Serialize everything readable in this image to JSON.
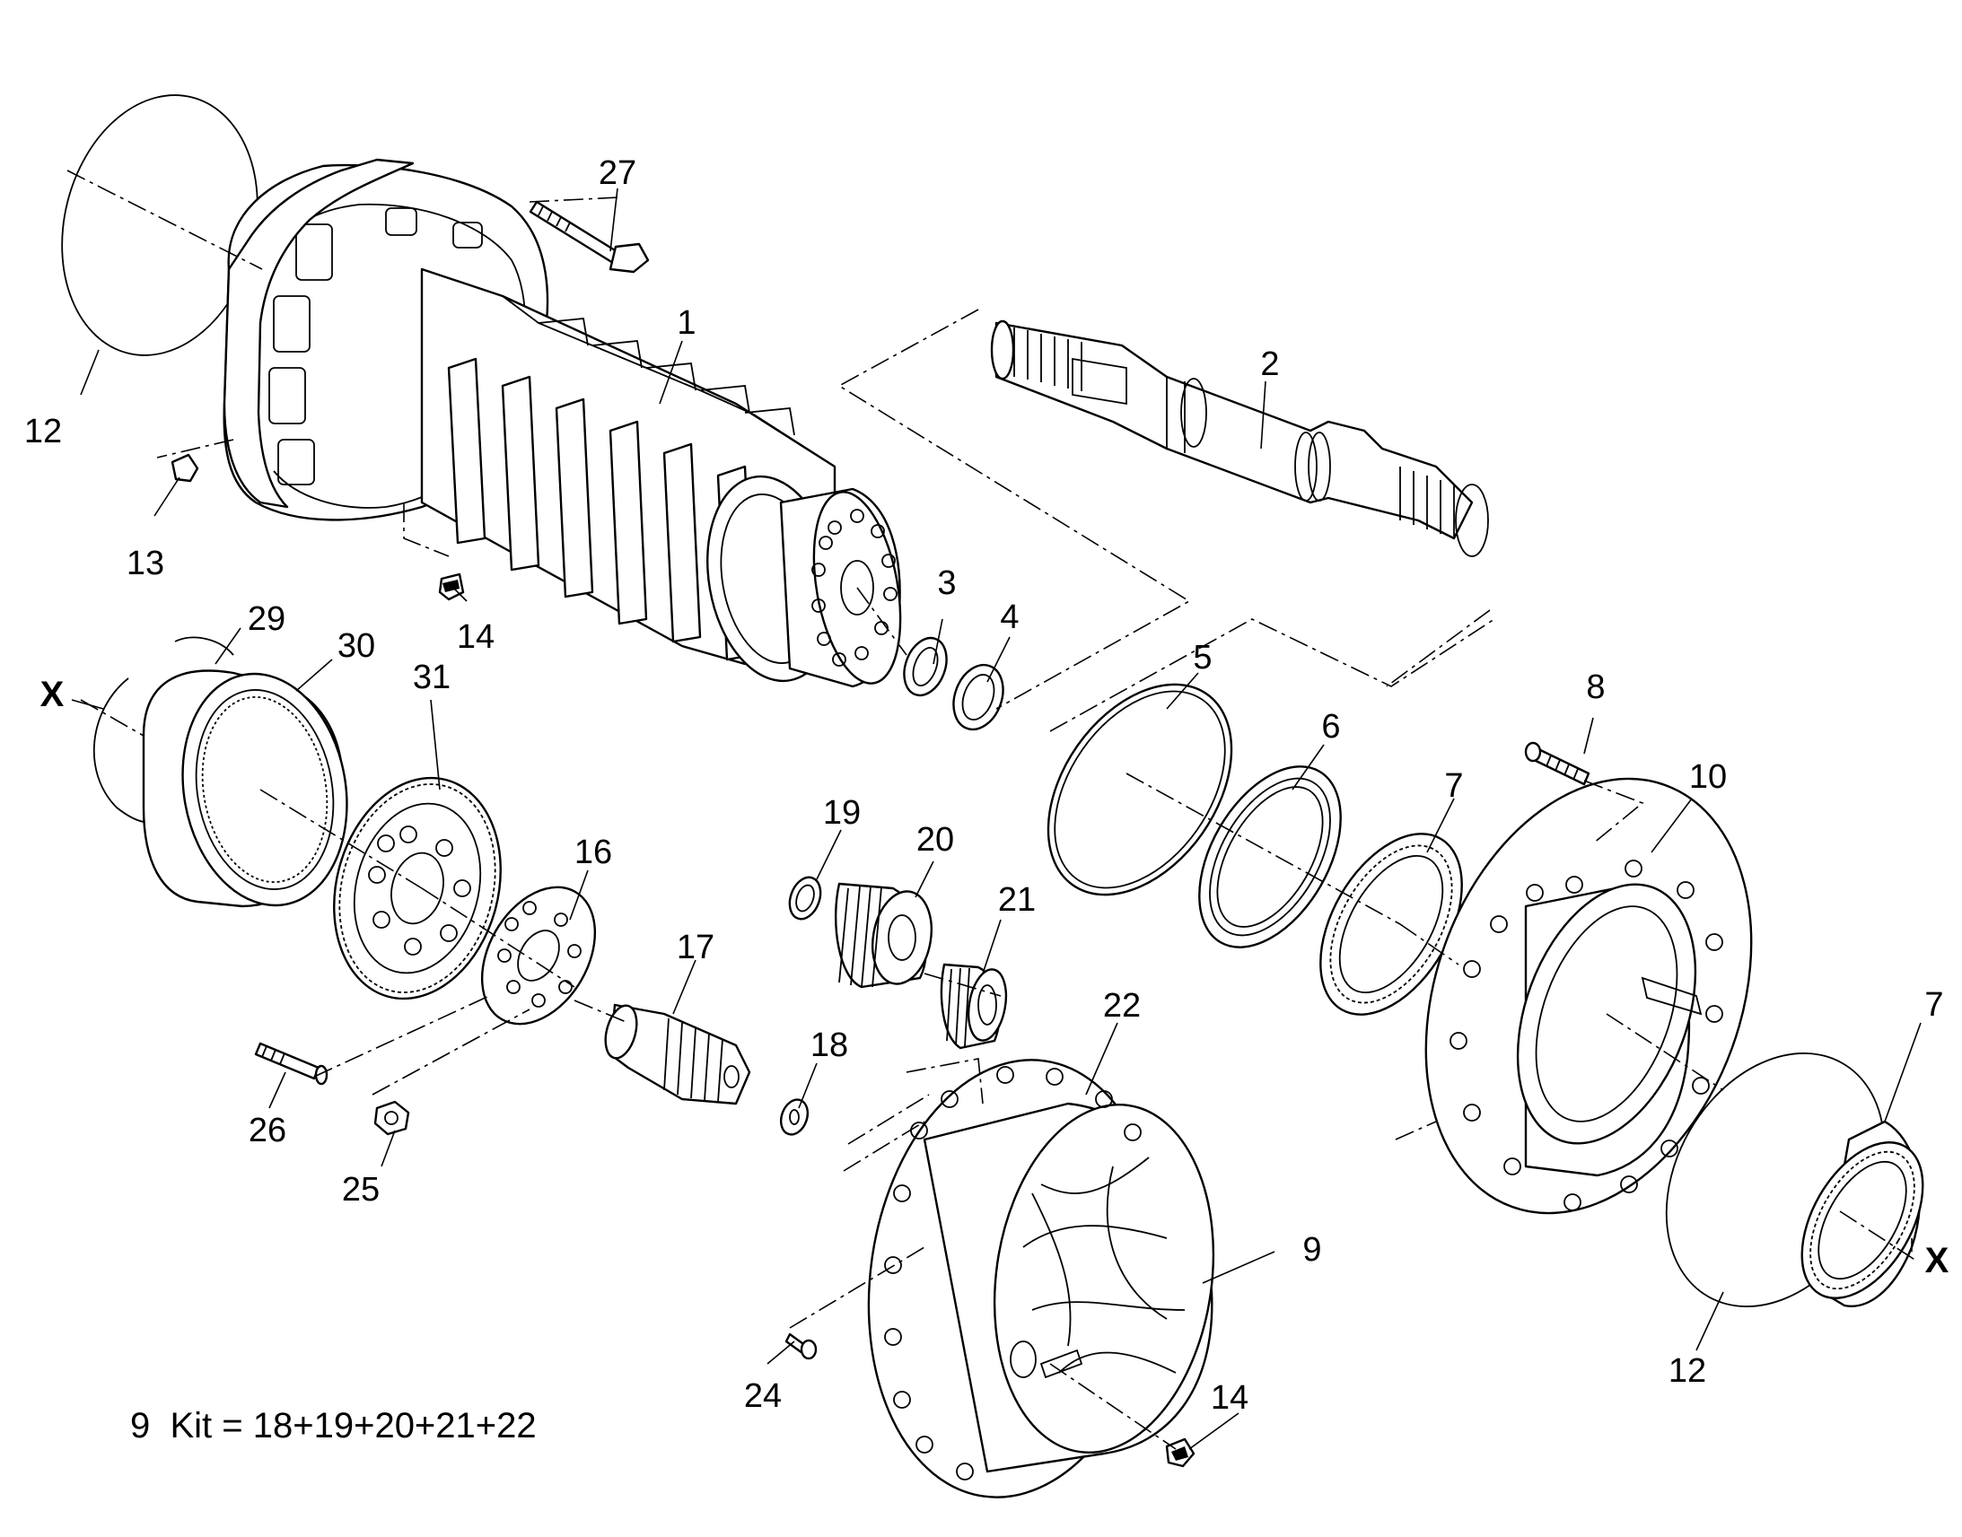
{
  "diagram": {
    "callouts": [
      "1",
      "2",
      "3",
      "4",
      "5",
      "6",
      "7",
      "8",
      "9",
      "10",
      "12",
      "13",
      "14",
      "16",
      "17",
      "18",
      "19",
      "20",
      "21",
      "22",
      "24",
      "25",
      "26",
      "27",
      "29",
      "30",
      "31"
    ],
    "labels": {
      "l1": "1",
      "l2": "2",
      "l3": "3",
      "l4": "4",
      "l5": "5",
      "l6": "6",
      "l7a": "7",
      "l7b": "7",
      "l8": "8",
      "l9": "9",
      "l10": "10",
      "l12a": "12",
      "l12b": "12",
      "l13": "13",
      "l14a": "14",
      "l14b": "14",
      "l16": "16",
      "l17": "17",
      "l18": "18",
      "l19": "19",
      "l20": "20",
      "l21": "21",
      "l22": "22",
      "l24": "24",
      "l25": "25",
      "l26": "26",
      "l27": "27",
      "l29": "29",
      "l30": "30",
      "l31": "31"
    },
    "x_marks": {
      "left": "X",
      "right": "X"
    },
    "kit_note": "9  Kit = 18+19+20+21+22"
  }
}
